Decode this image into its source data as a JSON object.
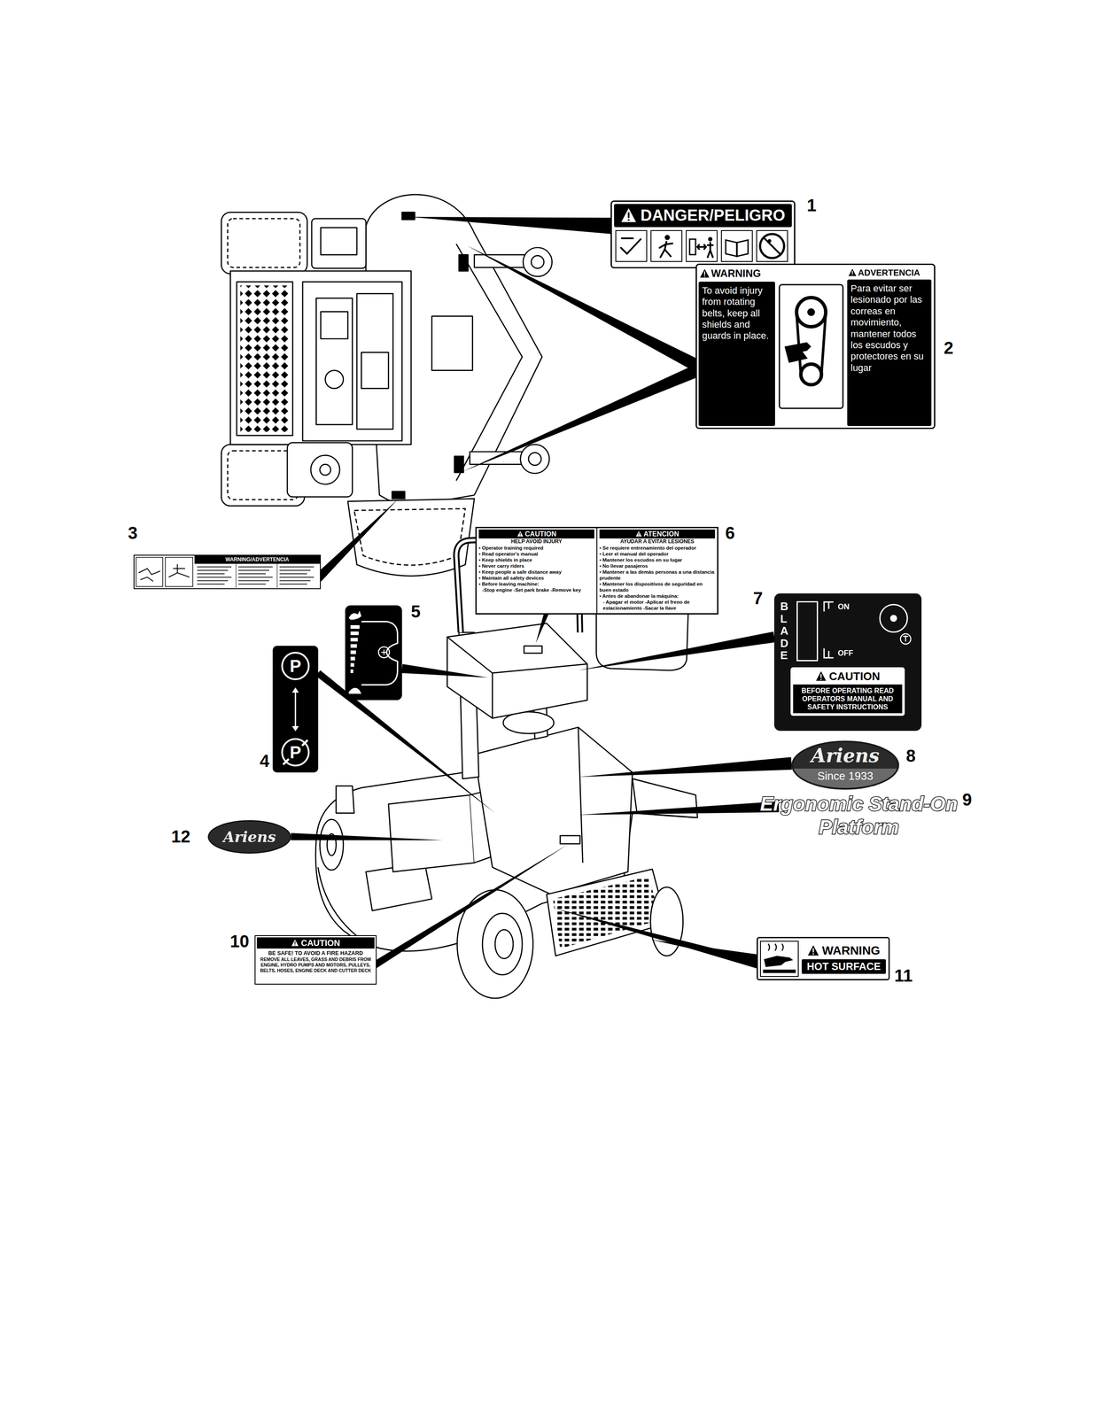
{
  "diagram": {
    "nodes": [
      {
        "text": [
          "DANGER/PELIGRO"
        ]
      },
      {
        "text": [
          "WARNING",
          "To avoid injury from rotating belts, keep all shields and guards in place.",
          "ADVERTENCIA",
          "Para evitar ser lesionado por las correas en movimiento, mantener todos los escudos y protectores en su lugar"
        ]
      },
      {
        "text": [
          "WARNING/ADVERTENCIA"
        ]
      },
      {
        "text": [
          "CAUTION",
          "HELP AVOID INJURY",
          "• Operator training required",
          "• Read operator's manual",
          "• Keep shields in place",
          "• Never carry riders",
          "• Keep people a safe distance away",
          "• Maintain all safety devices",
          "• Before leaving machine:",
          "-Stop engine -Set park brake -Remove key",
          "ATENCION",
          "AYUDAR A EVITAR LESIONES",
          "• Se requiere entrenamiento del operador",
          "• Leer el manual del operador",
          "• Mantener los escudos en su lugar",
          "• No llevar pasajeros",
          "• Mantener a las demás personas a una distancia prudente",
          "• Mantener los dispositivos de seguridad en buen estado",
          "• Antes de abandonar la máquina:",
          "- Apagar el motor -Aplicar el freno de estacionamiento -Sacar la llave"
        ]
      },
      {
        "text": [
          "BLADE",
          "ON",
          "OFF",
          "CAUTION",
          "BEFORE OPERATING READ OPERATORS MANUAL AND SAFETY INSTRUCTIONS"
        ]
      },
      {
        "text": [
          "P",
          "P"
        ]
      },
      {
        "text": [
          "Ariens",
          "Since 1933"
        ]
      },
      {
        "text": [
          "Ariens"
        ]
      },
      {
        "text": [
          "CAUTION",
          "BE SAFE! TO AVOID A FIRE HAZARD",
          "REMOVE ALL LEAVES, GRASS AND DEBRIS FROM ENGINE, HYDRO PUMPS AND MOTORS, PULLEYS, BELTS, HOSES, ENGINE DECK AND CUTTER DECK"
        ]
      },
      {
        "text": [
          "WARNING",
          "HOT SURFACE"
        ]
      }
    ],
    "labels": [
      "1",
      "2",
      "3",
      "6",
      "5",
      "7",
      "4",
      "8",
      "Ergonomic Stand-On Platform",
      "9",
      "12",
      "10",
      "11"
    ]
  }
}
